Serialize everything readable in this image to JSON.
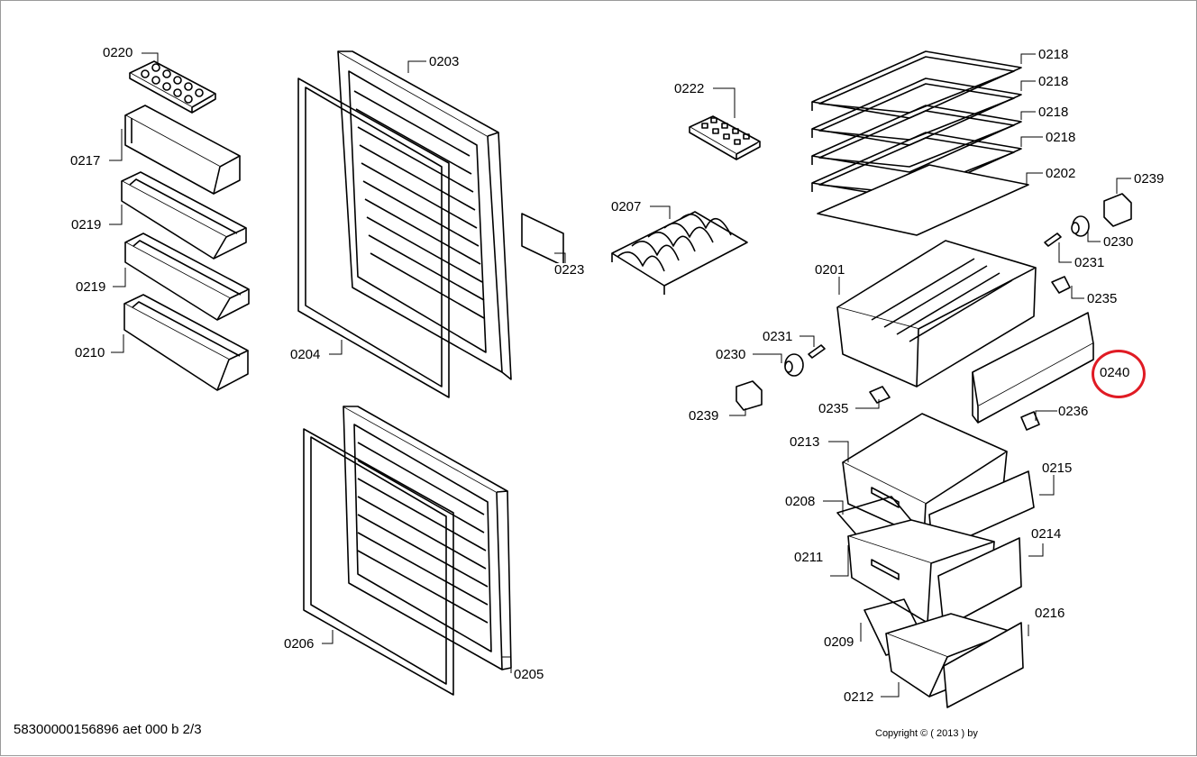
{
  "diagram": {
    "document_id": "58300000156896 aet 000 b 2/3",
    "copyright": "Copyright © ( 2013 ) by",
    "highlight_color": "#e01b24",
    "highlighted_part": "0240",
    "labels": {
      "p0220": "0220",
      "p0217": "0217",
      "p0219a": "0219",
      "p0219b": "0219",
      "p0210": "0210",
      "p0203": "0203",
      "p0204": "0204",
      "p0223": "0223",
      "p0206": "0206",
      "p0205": "0205",
      "p0222": "0222",
      "p0207": "0207",
      "p0218a": "0218",
      "p0218b": "0218",
      "p0218c": "0218",
      "p0218d": "0218",
      "p0202": "0202",
      "p0239a": "0239",
      "p0230a": "0230",
      "p0231a": "0231",
      "p0235a": "0235",
      "p0201": "0201",
      "p0240": "0240",
      "p0231b": "0231",
      "p0230b": "0230",
      "p0239b": "0239",
      "p0235b": "0235",
      "p0236": "0236",
      "p0213": "0213",
      "p0215": "0215",
      "p0208": "0208",
      "p0211": "0211",
      "p0214": "0214",
      "p0209": "0209",
      "p0216": "0216",
      "p0212": "0212"
    }
  }
}
